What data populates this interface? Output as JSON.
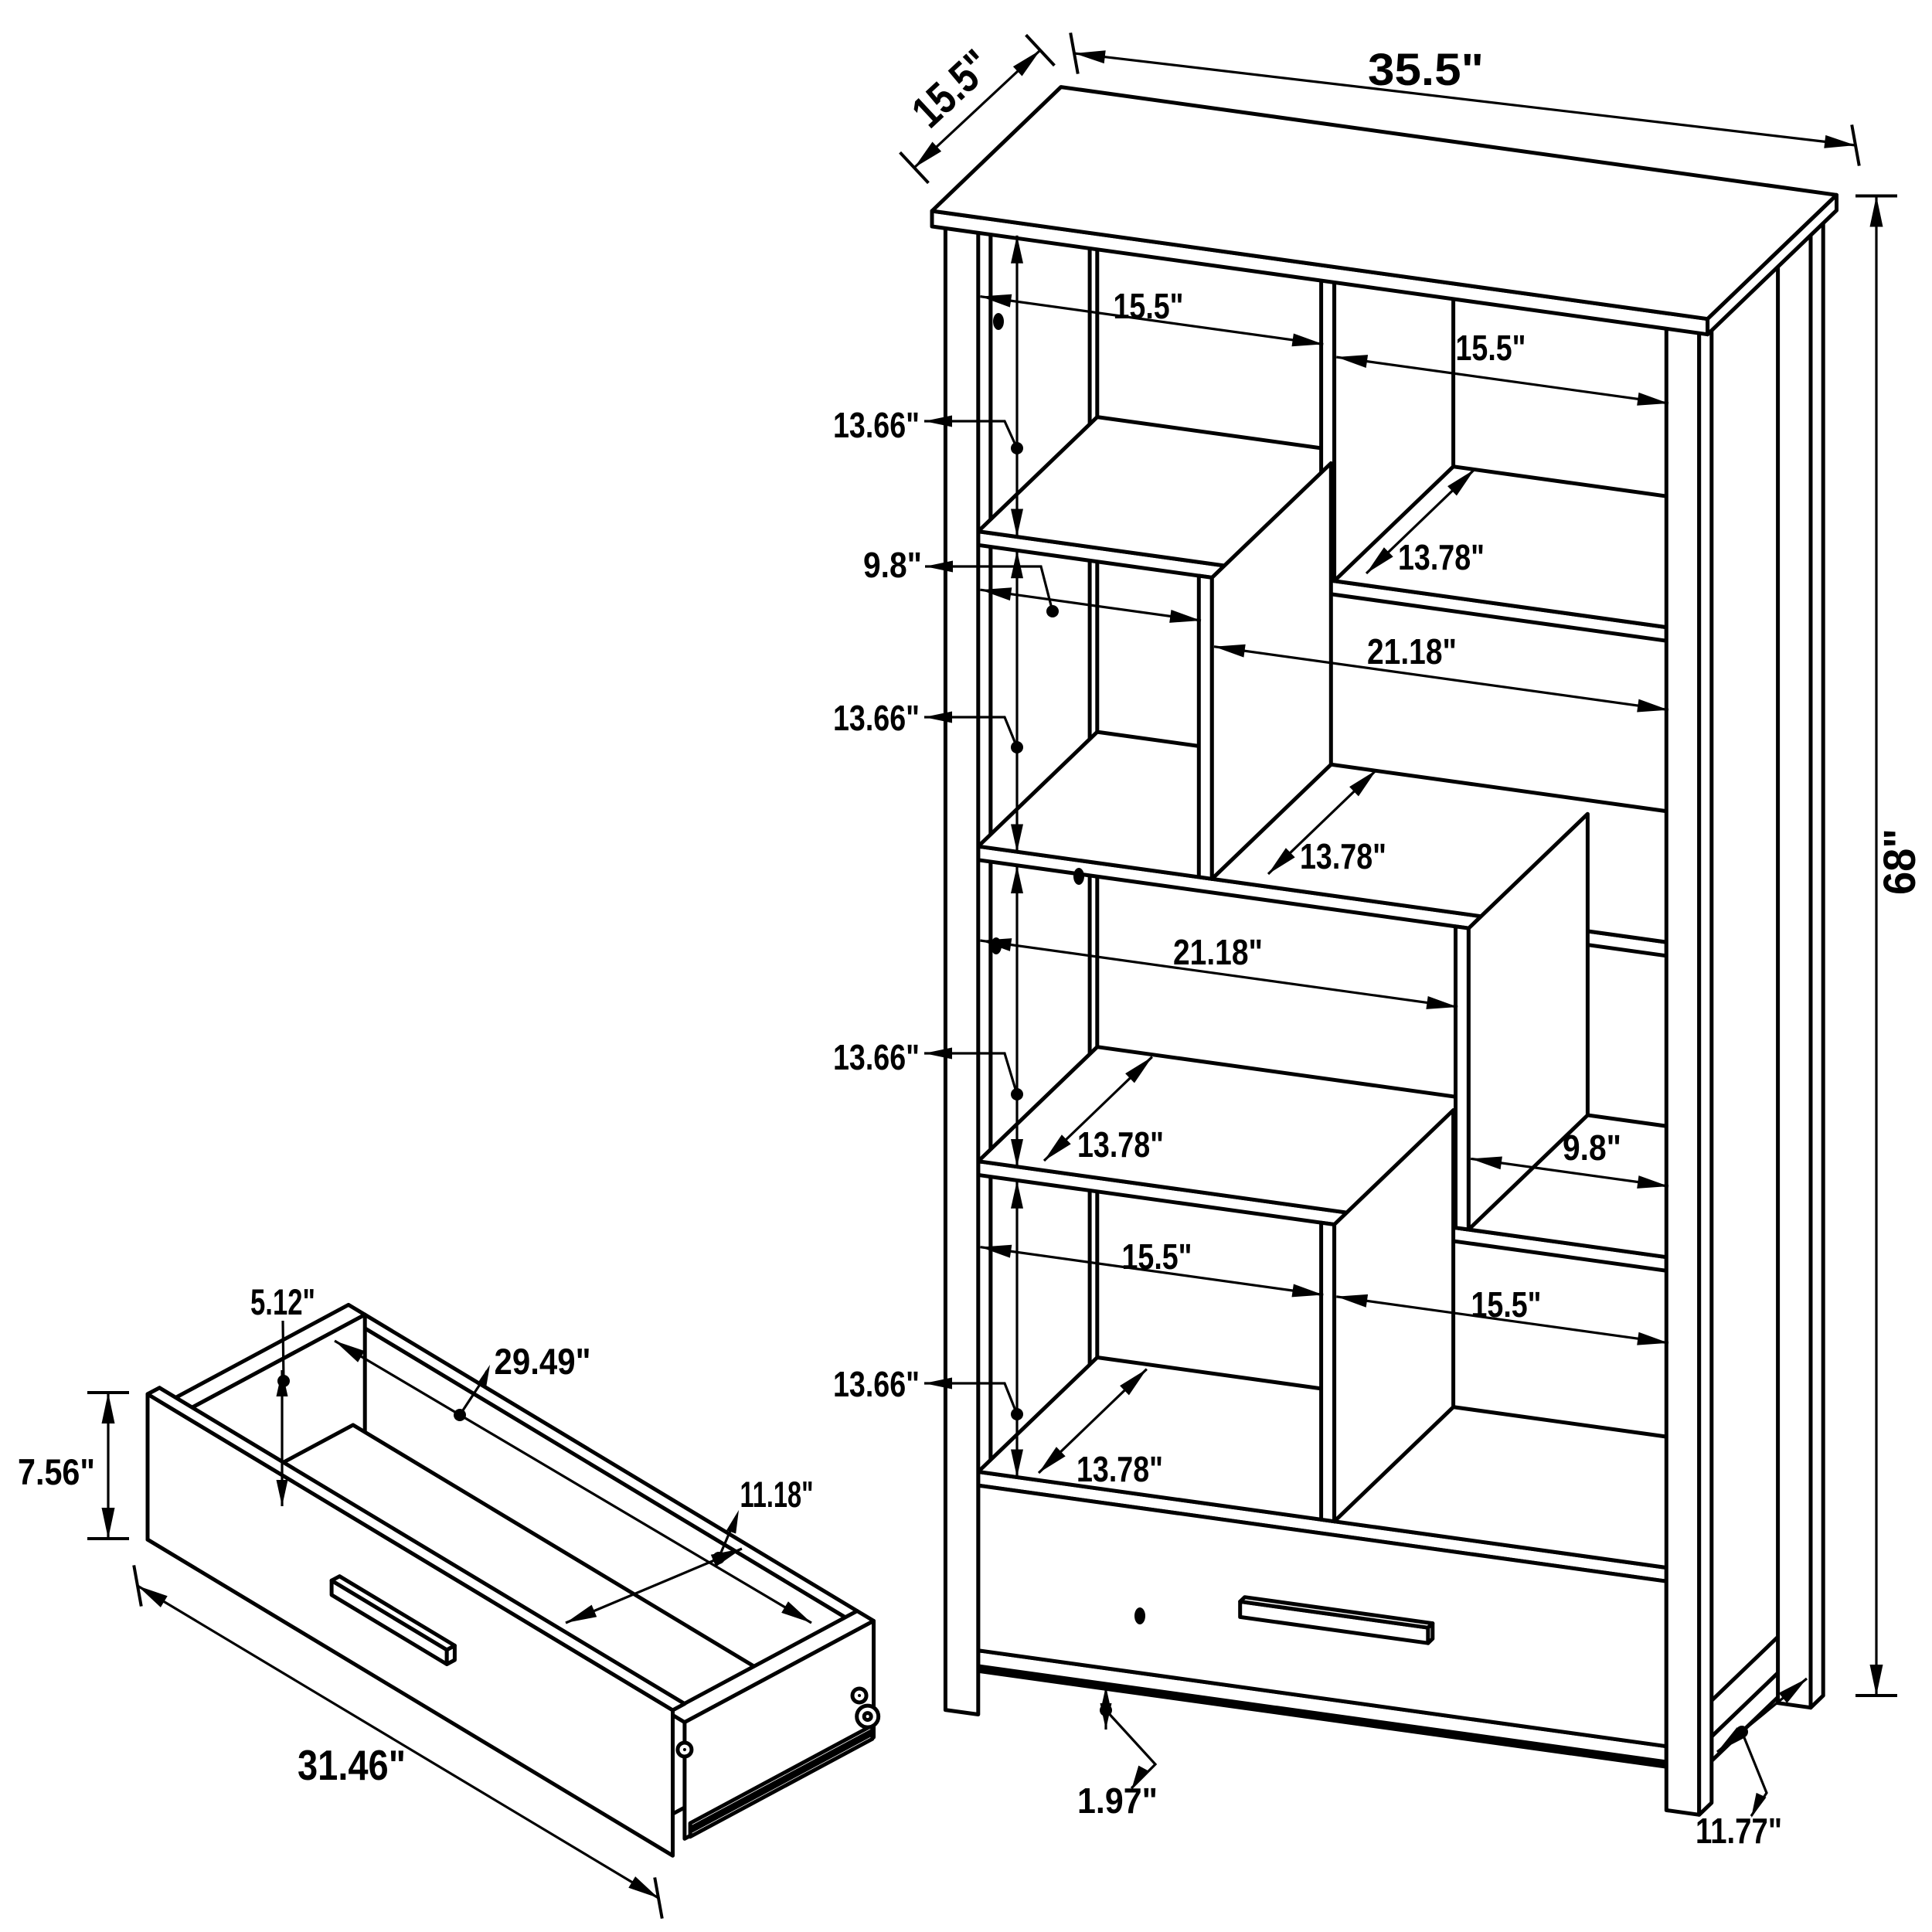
{
  "page": {
    "background_color": "#ffffff",
    "ink_color": "#000000",
    "description": "Dimension line drawing of a 10-compartment bookcase with storage drawer"
  },
  "bookcase": {
    "overall": {
      "width_label": "35.5\"",
      "depth_label": "15.5\"",
      "height_label": "68\""
    },
    "rows": [
      {
        "height_label": "13.66\"",
        "left_width_label": "15.5\"",
        "right_width_label": "15.5\"",
        "shelf_depth_label": "13.78\""
      },
      {
        "height_label": "13.66\"",
        "left_width_label": "9.8\"",
        "right_width_label": "21.18\"",
        "shelf_depth_label": "13.78\""
      },
      {
        "height_label": "13.66\"",
        "left_width_label": "21.18\"",
        "right_width_label": "9.8\"",
        "shelf_depth_label": "13.78\""
      },
      {
        "height_label": "13.66\"",
        "left_width_label": "15.5\"",
        "right_width_label": "15.5\"",
        "shelf_depth_label": "13.78\""
      }
    ],
    "base": {
      "floor_clearance_label": "1.97\"",
      "side_leg_span_label": "11.77\""
    }
  },
  "drawer": {
    "front_height_label": "7.56\"",
    "front_width_label": "31.46\"",
    "interior_width_label": "29.49\"",
    "interior_depth_label": "11.18\"",
    "interior_height_label": "5.12\""
  }
}
